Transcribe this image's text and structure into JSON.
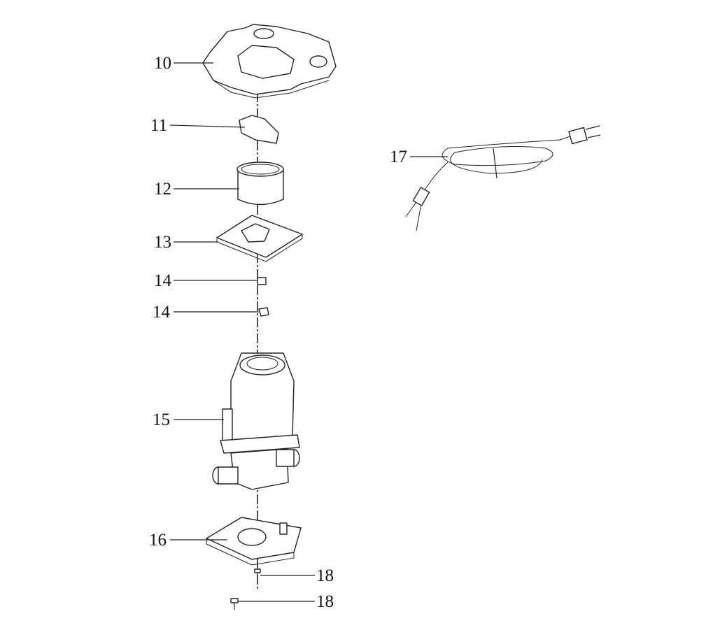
{
  "diagram": {
    "title": "Exploded parts view",
    "parts": [
      {
        "id": "10",
        "label": "10"
      },
      {
        "id": "11",
        "label": "11"
      },
      {
        "id": "12",
        "label": "12"
      },
      {
        "id": "13",
        "label": "13"
      },
      {
        "id": "14a",
        "label": "14"
      },
      {
        "id": "14b",
        "label": "14"
      },
      {
        "id": "15",
        "label": "15"
      },
      {
        "id": "16",
        "label": "16"
      },
      {
        "id": "17",
        "label": "17"
      },
      {
        "id": "18a",
        "label": "18"
      },
      {
        "id": "18b",
        "label": "18"
      }
    ]
  }
}
